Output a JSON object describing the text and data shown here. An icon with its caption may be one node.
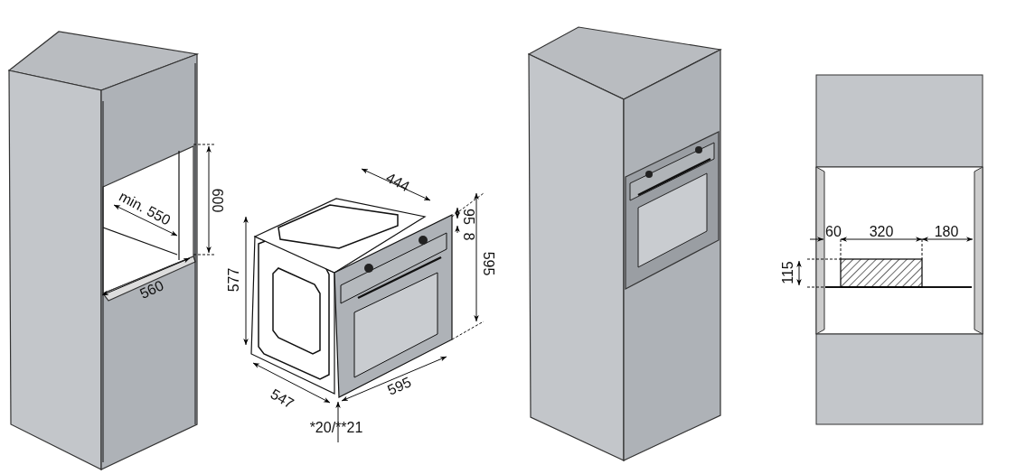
{
  "diagram": {
    "labels": [
      "600",
      "min. 550",
      "560",
      "444",
      "95",
      "8",
      "577",
      "595",
      "547",
      "595",
      "*20/**21",
      "60",
      "320",
      "180",
      "115"
    ]
  }
}
